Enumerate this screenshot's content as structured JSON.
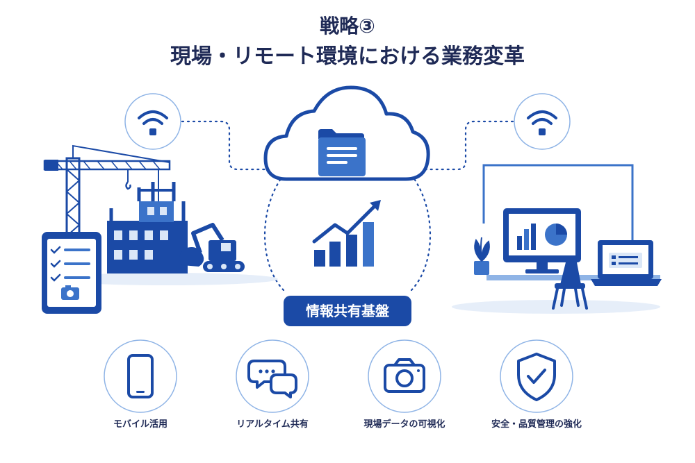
{
  "title": {
    "line1": "戦略③",
    "line2": "現場・リモート環境における業務変革"
  },
  "center_badge": "情報共有基盤",
  "features": [
    {
      "label": "モバイル活用",
      "icon": "smartphone-icon"
    },
    {
      "label": "リアルタイム共有",
      "icon": "chat-bubbles-icon"
    },
    {
      "label": "現場データの可視化",
      "icon": "camera-icon"
    },
    {
      "label": "安全・品質管理の強化",
      "icon": "shield-check-icon"
    }
  ],
  "colors": {
    "primary": "#1b4aa6",
    "mid": "#3b73c9",
    "light": "#8fb4e6",
    "pale": "#dbe7f7",
    "text": "#1f2a56"
  }
}
